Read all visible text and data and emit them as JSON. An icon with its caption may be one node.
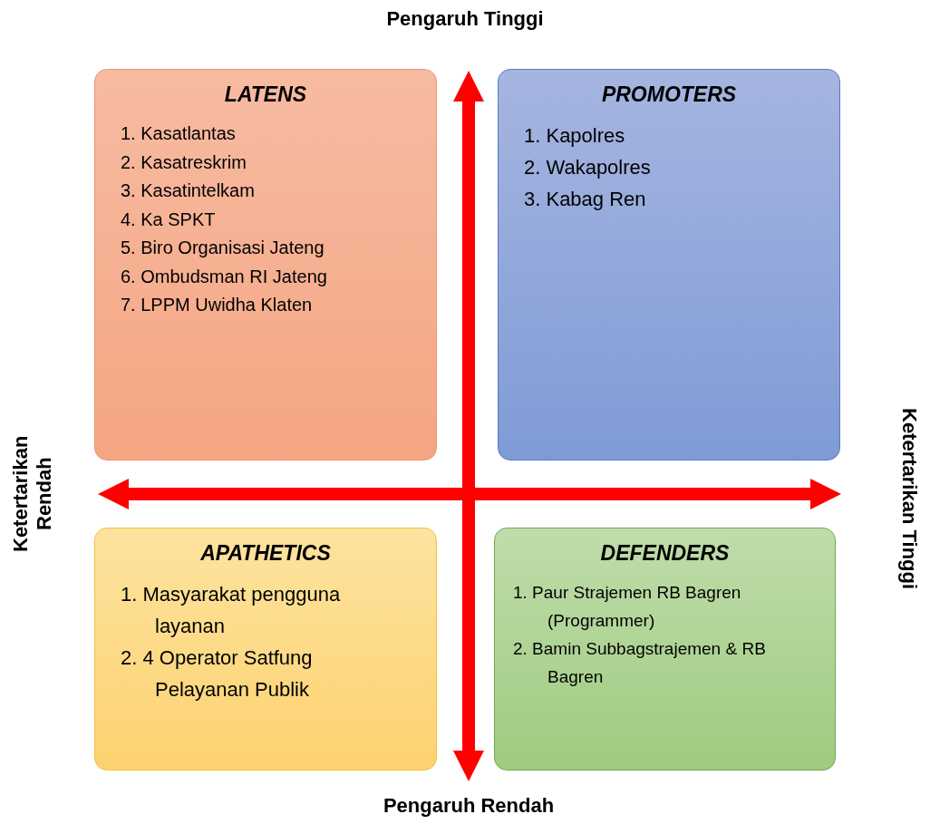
{
  "diagram": {
    "nodes": [
      {
        "text": [
          "LATENS",
          "1. Kasatlantas",
          "2. Kasatreskrim",
          "3. Kasatintelkam",
          "4. Ka SPKT",
          "5. Biro Organisasi Jateng",
          "6. Ombudsman RI Jateng",
          "7. LPPM Uwidha Klaten"
        ]
      },
      {
        "text": [
          "PROMOTERS",
          "1. Kapolres",
          "2. Wakapolres",
          "3. Kabag Ren"
        ]
      },
      {
        "text": [
          "APATHETICS",
          "1. Masyarakat pengguna layanan",
          "2. 4 Operator Satfung Pelayanan Publik"
        ]
      },
      {
        "text": [
          "DEFENDERS",
          "1. Paur Strajemen RB Bagren (Programmer)",
          "2. Bamin Subbagstrajemen & RB Bagren"
        ]
      }
    ],
    "edges": [],
    "labels": [
      "Pengaruh Tinggi",
      "Ketertarikan Rendah",
      "Ketertarikan Tinggi",
      "Pengaruh Rendah"
    ]
  }
}
